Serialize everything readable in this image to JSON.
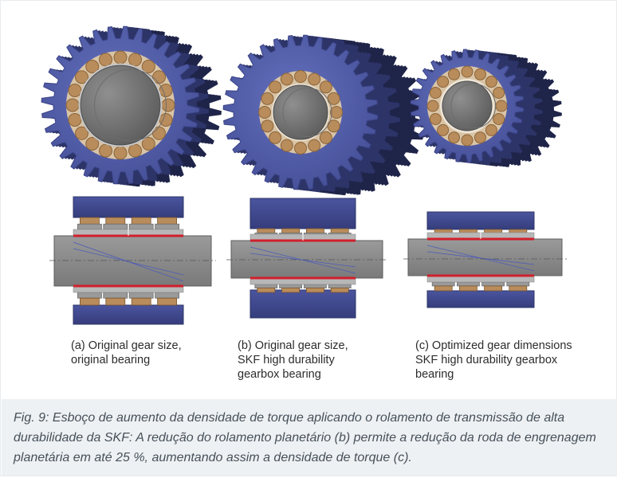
{
  "figure": {
    "panels": [
      {
        "id": "a",
        "label": "(a) Original gear size,\n      original bearing"
      },
      {
        "id": "b",
        "label": "(b) Original gear size,\n      SKF high durability\n      gearbox bearing"
      },
      {
        "id": "c",
        "label": "(c) Optimized gear dimensions\n      SKF high durability gearbox\n      bearing"
      }
    ]
  },
  "caption": "Fig. 9: Esboço de aumento da densidade de torque aplicando o rolamento de transmissão de alta durabilidade da SKF: A redução do rolamento planetário (b) permite a redução da roda de engrenagem planetária em até 25 %, aumentando assim a densidade de torque (c).",
  "colors": {
    "gear": "#4f5aa6",
    "gear_dark": "#1f2449",
    "roller": "#b98c5c",
    "shaft": "#888888",
    "raceway": "#d0202c",
    "caption_bg": "#eef1f3"
  }
}
